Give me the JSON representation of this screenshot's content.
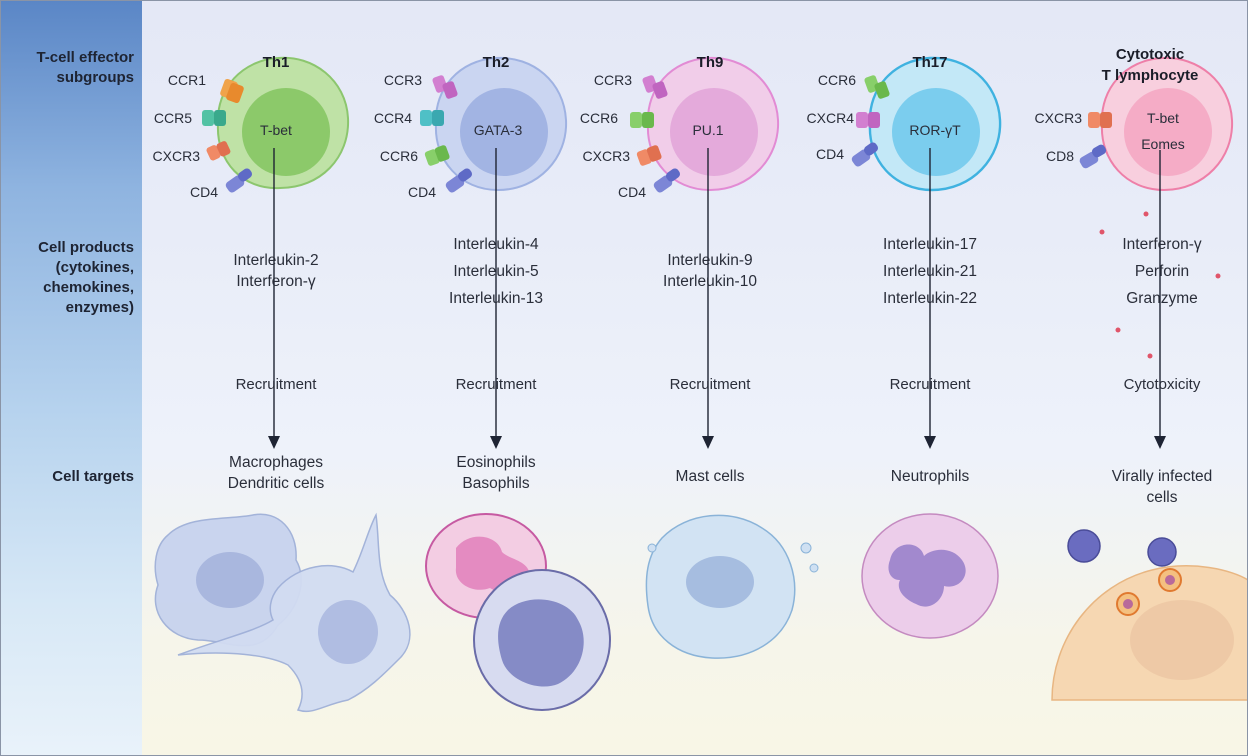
{
  "row_labels": {
    "subgroups": [
      "T-cell effector",
      "subgroups"
    ],
    "products": [
      "Cell products",
      "(cytokines,",
      "chemokines,",
      "enzymes)"
    ],
    "targets": [
      "Cell targets"
    ]
  },
  "columns": [
    {
      "title": [
        "Th1"
      ],
      "factor": [
        "T-bet"
      ],
      "receptors": [
        "CCR1",
        "CCR5",
        "CXCR3",
        "CD4"
      ],
      "products": [
        "Interleukin-2",
        "Interferon-γ"
      ],
      "action": "Recruitment",
      "targets": [
        "Macrophages",
        "Dendritic cells"
      ],
      "colors": {
        "cell": "#b8dfa0",
        "nucleus": "#7fc25a",
        "edge": "#8cc66e"
      }
    },
    {
      "title": [
        "Th2"
      ],
      "factor": [
        "GATA-3"
      ],
      "receptors": [
        "CCR3",
        "CCR4",
        "CCR6",
        "CD4"
      ],
      "products": [
        "Interleukin-4",
        "Interleukin-5",
        "Interleukin-13"
      ],
      "action": "Recruitment",
      "targets": [
        "Eosinophils",
        "Basophils"
      ],
      "colors": {
        "cell": "#c3d0ef",
        "nucleus": "#95a9dd",
        "edge": "#9fb2e2"
      }
    },
    {
      "title": [
        "Th9"
      ],
      "factor": [
        "PU.1"
      ],
      "receptors": [
        "CCR3",
        "CCR6",
        "CXCR3",
        "CD4"
      ],
      "products": [
        "Interleukin-9",
        "Interleukin-10"
      ],
      "action": "Recruitment",
      "targets": [
        "Mast cells"
      ],
      "colors": {
        "cell": "#eec4e6",
        "nucleus": "#dc97d2",
        "edge": "#e28bd4"
      }
    },
    {
      "title": [
        "Th17"
      ],
      "factor": [
        "ROR-γT"
      ],
      "receptors": [
        "CCR6",
        "CXCR4",
        "CD4"
      ],
      "products": [
        "Interleukin-17",
        "Interleukin-21",
        "Interleukin-22"
      ],
      "action": "Recruitment",
      "targets": [
        "Neutrophils"
      ],
      "colors": {
        "cell": "#bde6f6",
        "nucleus": "#5fc3ea",
        "edge": "#3fb2e0"
      }
    },
    {
      "title": [
        "Cytotoxic",
        "T lymphocyte"
      ],
      "factor": [
        "T-bet",
        "Eomes"
      ],
      "receptors": [
        "CXCR3",
        "CD8"
      ],
      "products": [
        "Interferon-γ",
        "Perforin",
        "Granzyme"
      ],
      "action": "Cytotoxicity",
      "targets": [
        "Virally infected",
        "cells"
      ],
      "colors": {
        "cell": "#f7c9d9",
        "nucleus": "#f3a0bf",
        "edge": "#ee7fa8"
      }
    }
  ]
}
